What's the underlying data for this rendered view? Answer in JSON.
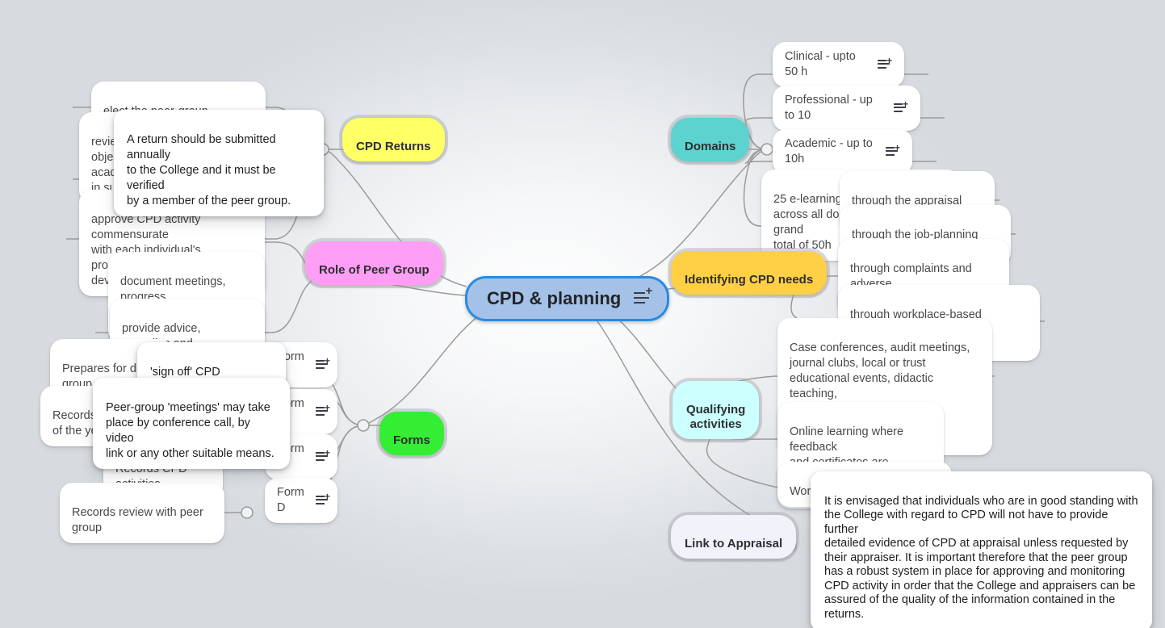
{
  "document": {
    "type": "mind-map",
    "central_topic": "CPD & planning"
  },
  "icons": {
    "note": "note-add-icon"
  },
  "colors": {
    "central_fill": "#A4C2E8",
    "central_border": "#2B8AE0",
    "cpd_returns": "#FFFF66",
    "role_of_peer_group": "#FF9EF5",
    "forms": "#33EE33",
    "domains": "#5CD3CE",
    "identifying_cpd_needs": "#FFCF45",
    "qualifying_activities": "#CCFFFF",
    "link_to_appraisal": "#F2F3FA",
    "leaf_fill": "#FFFFFF",
    "connector": "#9B9B9B",
    "canvas": "#E9EBEE"
  },
  "branches": [
    {
      "id": "cpd-returns",
      "label": "CPD Returns",
      "color": "#FFFF66",
      "side": "left",
      "children": [
        {
          "label": "elect the peer-group coordinator"
        },
        {
          "label": "revie\nobje\nacade\nin support of their CPD"
        },
        {
          "label": "approve CPD activity commensurate\nwith each individual's professional\ndevelopment"
        }
      ]
    },
    {
      "id": "role-of-peer-group",
      "label": "Role of Peer Group",
      "color": "#FF9EF5",
      "side": "left",
      "children": [
        {
          "label": "document meetings, progress\nof peers and future meetings"
        },
        {
          "label": "provide advice, remedies and\nsupport for any impediments"
        }
      ]
    },
    {
      "id": "forms",
      "label": "Forms",
      "color": "#33EE33",
      "side": "left",
      "children": [
        {
          "label": "Form A",
          "icon": "note-add-icon",
          "grandchildren": [
            {
              "label": "Prepares for disc\ngroup"
            }
          ]
        },
        {
          "label": "Form B",
          "icon": "note-add-icon",
          "grandchildren": [
            {
              "label": "Records\nof the ye"
            }
          ]
        },
        {
          "label": "Form C",
          "icon": "note-add-icon",
          "grandchildren": [
            {
              "label": "Records CPD activities"
            }
          ]
        },
        {
          "label": "Form D",
          "icon": "note-add-icon",
          "grandchildren": [
            {
              "label": "Records review with peer group"
            }
          ]
        }
      ]
    },
    {
      "id": "domains",
      "label": "Domains",
      "color": "#5CD3CE",
      "side": "right",
      "children": [
        {
          "label": "Clinical - upto 50 h",
          "icon": "note-add-icon"
        },
        {
          "label": "Professional - up to 10",
          "icon": "note-add-icon"
        },
        {
          "label": "Academic - up to 10h",
          "icon": "note-add-icon"
        },
        {
          "label": "25 e-learning\nacross all domains towards grand\ntotal of 50h"
        }
      ]
    },
    {
      "id": "identifying-cpd-needs",
      "label": "Identifying CPD needs",
      "color": "#FFCF45",
      "side": "right",
      "children": [
        {
          "label": "through the appraisal process"
        },
        {
          "label": "through the job-planning process"
        },
        {
          "label": "through complaints and adverse\nincidents"
        },
        {
          "label": "through workplace-based assessments,\noutcome data and audit"
        }
      ]
    },
    {
      "id": "qualifying-activities",
      "label": "Qualifying\nactivities",
      "color": "#CCFFFF",
      "side": "right",
      "children": [
        {
          "label": "Case conferences, audit meetings,\njournal clubs, local or trust\neducational events, didactic teaching,\nconferences, courses and workshop-type\nevents."
        },
        {
          "label": "Online learning where feedback\nand certificates are provided\nat the end of the session."
        },
        {
          "label": "Work i"
        }
      ]
    },
    {
      "id": "link-to-appraisal",
      "label": "Link to Appraisal",
      "color": "#F2F3FA",
      "side": "right",
      "children": []
    }
  ],
  "callouts": [
    {
      "id": "cpd-return-note",
      "text": "A return should be submitted annually\nto the College and it must be verified\nby a member of the peer group."
    },
    {
      "id": "sign-off-note",
      "text": "'sign off' CPD portfolios."
    },
    {
      "id": "peer-group-meetings-note",
      "text": "Peer-group 'meetings' may take\nplace by conference call, by video\nlink or any other suitable means."
    },
    {
      "id": "appraisal-note",
      "text": "It is envisaged that individuals  who are in good standing with\nthe  College with regard to CPD will not  have to provide further\ndetailed  evidence of CPD at appraisal unless  requested by\ntheir appraiser. It  is important therefore that the peer  group\nhas a robust system in place  for approving and monitoring\nCPD  activity in order that the College  and appraisers can be\nassured of  the quality of the information contained  in the\nreturns."
    }
  ]
}
